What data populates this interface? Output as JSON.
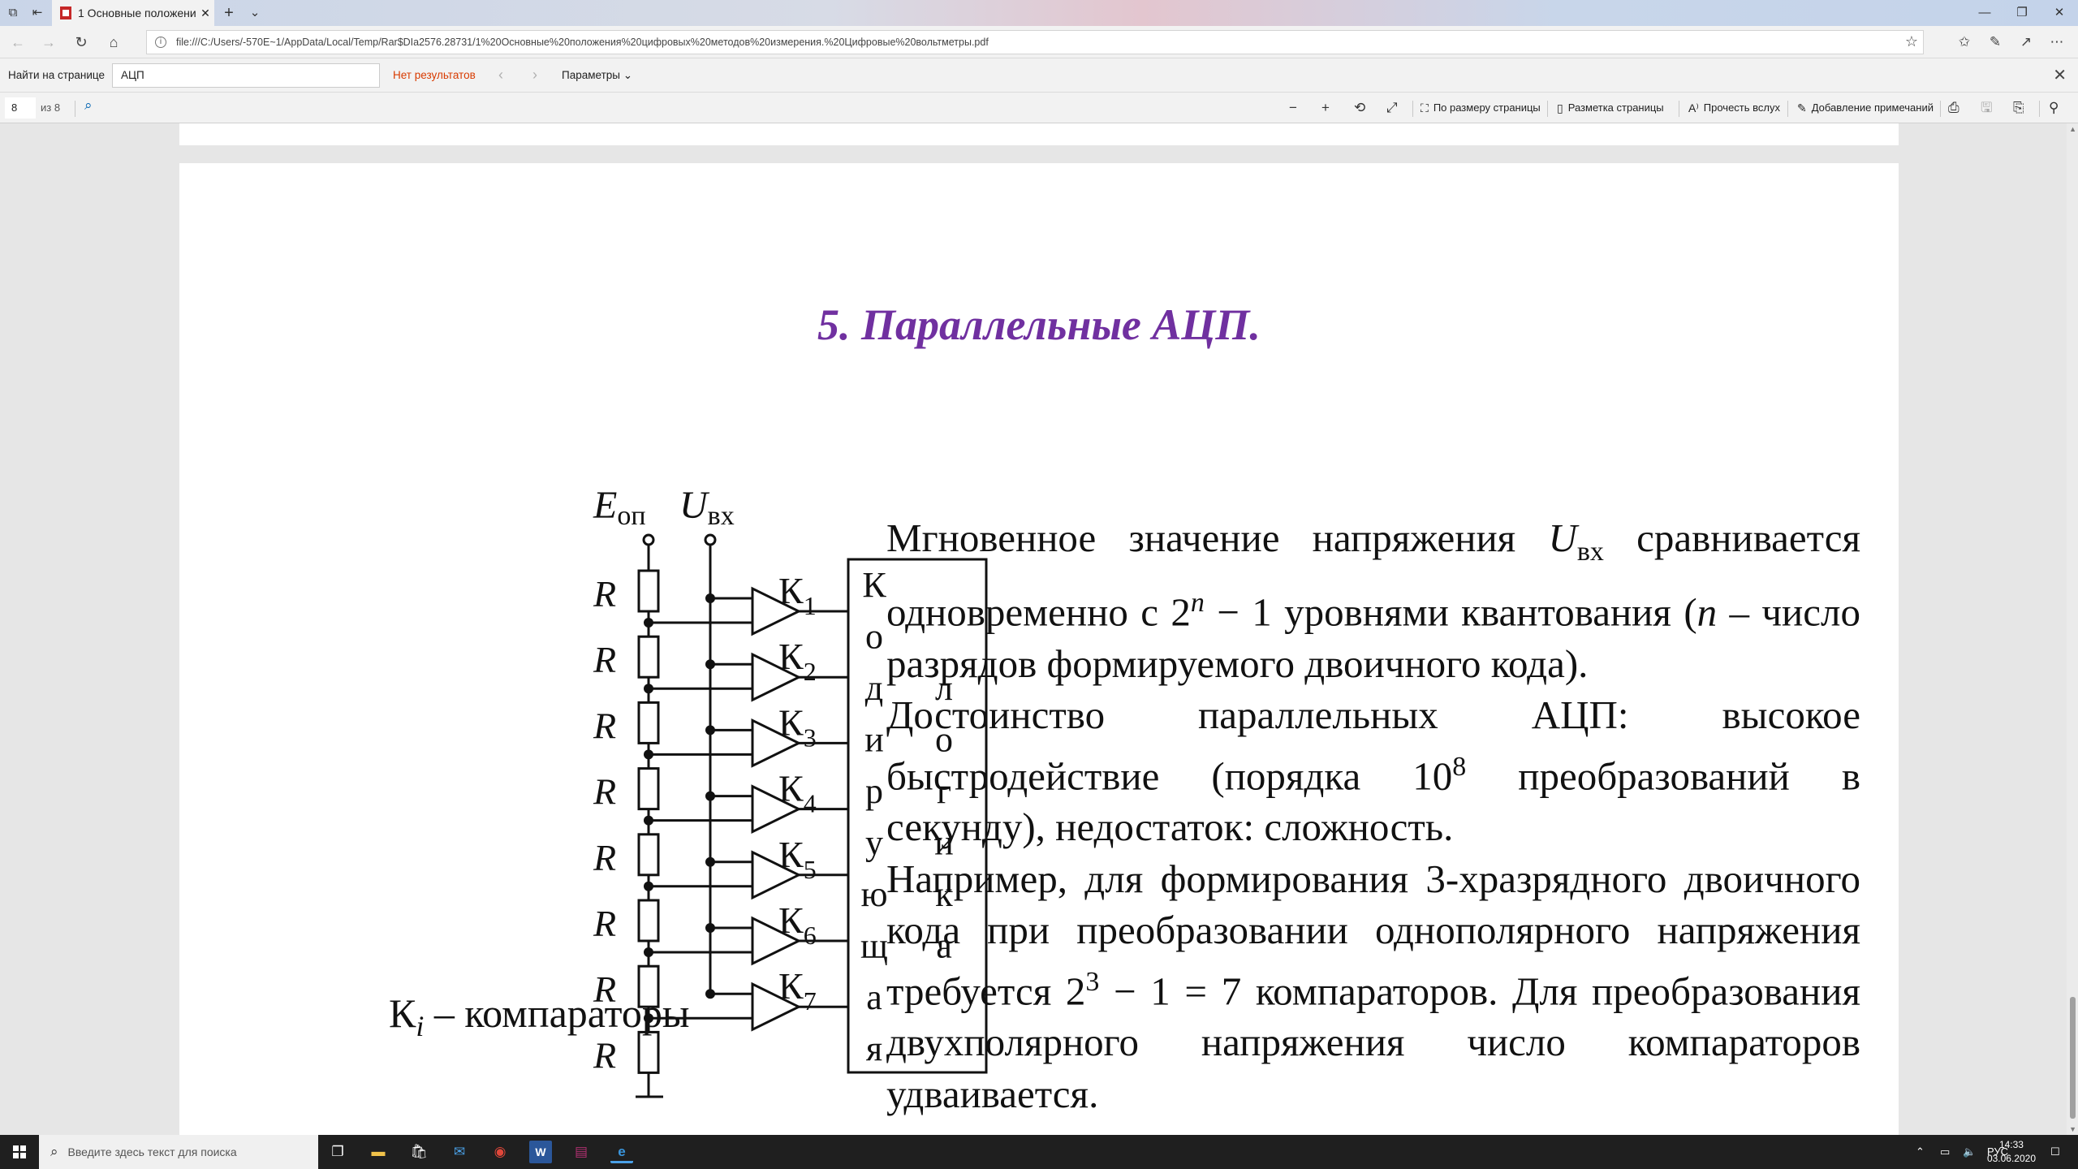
{
  "browser": {
    "tab_title": "1 Основные положени",
    "tab_close": "✕",
    "new_tab": "+",
    "tab_menu": "⌄",
    "url": "file:///C:/Users/-570E~1/AppData/Local/Temp/Rar$DIa2576.28731/1%20Основные%20положения%20цифровых%20методов%20измерения.%20Цифровые%20вольтметры.pdf",
    "win_minimize": "—",
    "win_restore": "❐",
    "win_close": "✕"
  },
  "findbar": {
    "label": "Найти на странице",
    "query": "АЦП",
    "result": "Нет результатов",
    "params": "Параметры ⌄",
    "close": "✕"
  },
  "pdf_toolbar": {
    "page": "8",
    "total": "из 8",
    "fit_page": "По размеру страницы",
    "layout": "Разметка страницы",
    "read_aloud": "Прочесть вслух",
    "annotate": "Добавление примечаний"
  },
  "slide": {
    "title": "5. Параллельные АЦП.",
    "paragraph1": {
      "a": "Мгновенное значение напряжения ",
      "u": "U",
      "u_sub": "вх",
      "b": " сравнивается одновременно с 2",
      "n_sup": "n",
      "c": " − 1 уровнями квантования (",
      "n": "n",
      "d": " – число разрядов формируемого двоичного кода)."
    },
    "paragraph2": {
      "a": "Достоинство параллельных АЦП: высокое быстродействие (порядка 10",
      "sup": "8",
      "b": " преобразований в секунду), недостаток: сложность."
    },
    "paragraph3": {
      "a": "Например, для формирования 3-хразрядного двоичного кода при преобразовании однополярного напряжения требуется 2",
      "sup": "3",
      "b": " − 1 = 7 компараторов. Для преобразования двухполярного напряжения число компараторов удваивается."
    },
    "caption": {
      "k": "К",
      "i": "i",
      "rest": " – компараторы"
    }
  },
  "circuit": {
    "e_label": "E",
    "e_sub": "оп",
    "u_label": "U",
    "u_sub": "вх",
    "r_label": "R",
    "k_label": "К",
    "comparator_count": 7,
    "resistor_count": 8,
    "logic_col1": [
      "К",
      "о",
      "д",
      "и",
      "р",
      "у",
      "ю",
      "щ",
      "а",
      "я"
    ],
    "logic_col2": [
      "л",
      "о",
      "г",
      "и",
      "к",
      "а"
    ]
  },
  "taskbar": {
    "search_placeholder": "Введите здесь текст для поиска",
    "lang": "РУС",
    "time": "14:33",
    "date": "03.06.2020"
  }
}
